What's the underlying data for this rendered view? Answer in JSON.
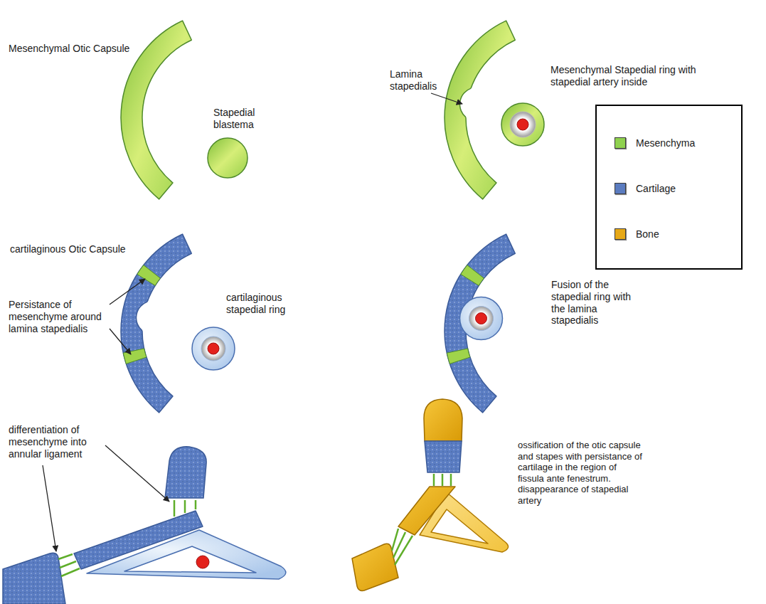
{
  "diagram": {
    "labels": [
      "Mesenchymal Otic Capsule",
      "Stapedial blastema",
      "Lamina stapedialis",
      "Mesenchymal Stapedial ring with stapedial artery inside",
      "cartilaginous Otic Capsule",
      "Persistance of mesenchyme around lamina stapedialis",
      "cartilaginous stapedial ring",
      "Fusion of the stapedial ring with the lamina stapedialis",
      "differentiation of mesenchyme into annular ligament",
      "ossification of the otic capsule and stapes with persistance of cartilage in the region of fissula ante fenestrum. disappearance of stapedial artery"
    ],
    "legend": [
      {
        "text": "Mesenchyma",
        "color": "#8fd14f"
      },
      {
        "text": "Cartilage",
        "color": "#5b7cc0"
      },
      {
        "text": "Bone",
        "color": "#e6a817"
      }
    ]
  }
}
